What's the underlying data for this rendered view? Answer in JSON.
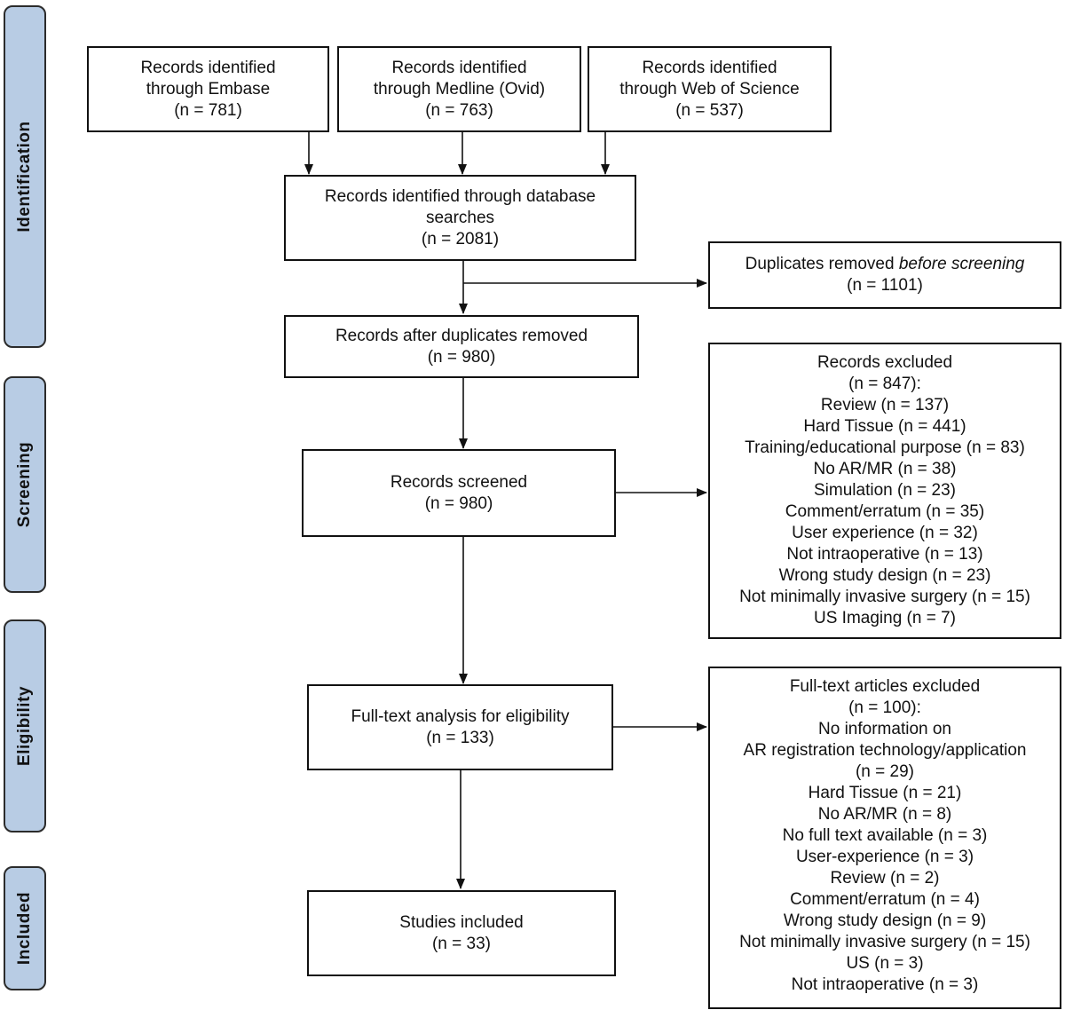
{
  "phases": {
    "identification": "Identification",
    "screening": "Screening",
    "eligibility": "Eligibility",
    "included": "Included"
  },
  "boxes": {
    "embase": {
      "line1": "Records identified",
      "line2": "through Embase",
      "line3": "(n = 781)"
    },
    "medline": {
      "line1": "Records identified",
      "line2": "through Medline (Ovid)",
      "line3": "(n = 763)"
    },
    "wos": {
      "line1": "Records identified",
      "line2": "through Web of Science",
      "line3": "(n = 537)"
    },
    "database_searches": {
      "line1": "Records identified through database",
      "line2": "searches",
      "line3": "(n = 2081)"
    },
    "duplicates_removed": {
      "prefix": "Duplicates removed ",
      "italic": "before screening",
      "count": "(n = 1101)"
    },
    "after_duplicates": {
      "line1": "Records after duplicates removed",
      "line2": "(n = 980)"
    },
    "screened": {
      "line1": "Records screened",
      "line2": "(n = 980)"
    },
    "records_excluded": {
      "lines": [
        "Records excluded",
        "(n = 847):",
        "Review (n = 137)",
        "Hard Tissue (n = 441)",
        "Training/educational purpose (n = 83)",
        "No AR/MR (n = 38)",
        "Simulation (n = 23)",
        "Comment/erratum (n = 35)",
        "User experience (n = 32)",
        "Not intraoperative (n = 13)",
        "Wrong study design (n = 23)",
        "Not minimally invasive surgery (n = 15)",
        "US Imaging (n = 7)"
      ]
    },
    "fulltext": {
      "line1": "Full-text analysis for eligibility",
      "line2": "(n = 133)"
    },
    "fulltext_excluded": {
      "lines": [
        "Full-text articles excluded",
        "(n = 100):",
        "No information on",
        "AR registration technology/application",
        "(n = 29)",
        "Hard Tissue (n = 21)",
        "No AR/MR (n = 8)",
        "No full text available (n = 3)",
        "User-experience (n = 3)",
        "Review (n = 2)",
        "Comment/erratum (n = 4)",
        "Wrong study design (n = 9)",
        "Not minimally invasive surgery (n = 15)",
        "US (n = 3)",
        "Not intraoperative (n = 3)"
      ]
    },
    "included": {
      "line1": "Studies included",
      "line2": "(n = 33)"
    }
  }
}
